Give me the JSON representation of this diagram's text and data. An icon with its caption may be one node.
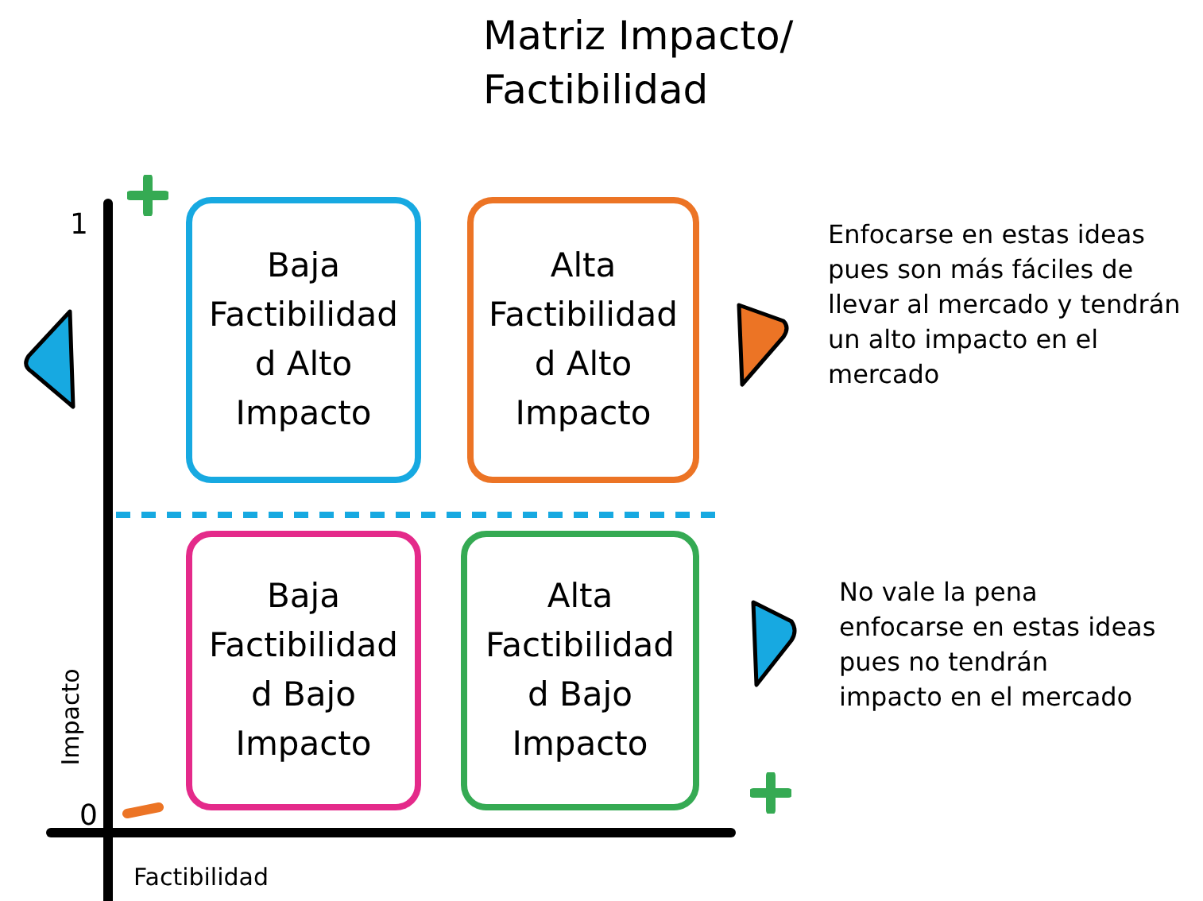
{
  "diagram": {
    "title": "Matriz Impacto/ Factibilidad",
    "nodes": [
      {
        "text": [
          "Baja Factibilidad d Alto Impacto"
        ]
      },
      {
        "text": [
          "Alta Factibilidad d Alto Impacto"
        ]
      },
      {
        "text": [
          "Baja Factibilidad d Bajo Impacto"
        ]
      },
      {
        "text": [
          "Alta Factibilidad d Bajo Impacto"
        ]
      }
    ],
    "labels": [
      "1",
      "0",
      "Impacto",
      "Factibilidad",
      "Enfocarse en estas ideas pues son más fáciles de llevar al mercado y tendrán un alto impacto en el mercado",
      "No vale la pena enfocarse en estas ideas pues no tendrán impacto en el mercado"
    ]
  }
}
